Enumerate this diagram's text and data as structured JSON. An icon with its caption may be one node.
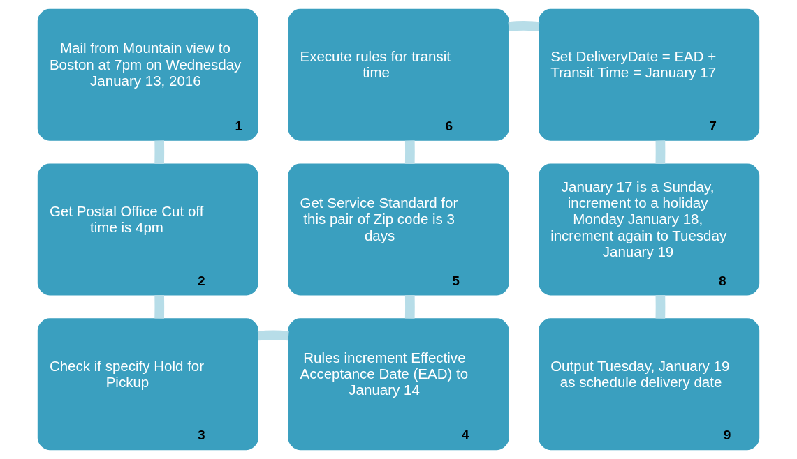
{
  "diagram": {
    "nodes": [
      {
        "text": [
          "Mail from Mountain view to Boston at 7pm on Wednesday January 13, 2016",
          "1"
        ]
      },
      {
        "text": [
          "Get Postal Office Cut off time is 4pm",
          "2"
        ]
      },
      {
        "text": [
          "Check if specify Hold for Pickup",
          "3"
        ]
      },
      {
        "text": [
          "Rules increment Effective Acceptance Date (EAD) to January 14",
          "4"
        ]
      },
      {
        "text": [
          "Get Service Standard for this pair of Zip code is 3 days",
          "5"
        ]
      },
      {
        "text": [
          "Execute rules for transit time",
          "6"
        ]
      },
      {
        "text": [
          "Set DeliveryDate = EAD + Transit Time = January 17",
          "7"
        ]
      },
      {
        "text": [
          "January 17 is a Sunday, increment to a holiday Monday January 18, increment again to Tuesday January 19",
          "8"
        ]
      },
      {
        "text": [
          "Output Tuesday, January 19 as schedule delivery date",
          "9"
        ]
      }
    ],
    "edges": [
      {
        "from": 0,
        "to": 1,
        "arrow": "none"
      },
      {
        "from": 1,
        "to": 2,
        "arrow": "none"
      },
      {
        "from": 2,
        "to": 3,
        "arrow": "none"
      },
      {
        "from": 3,
        "to": 4,
        "arrow": "none"
      },
      {
        "from": 4,
        "to": 5,
        "arrow": "none"
      },
      {
        "from": 5,
        "to": 6,
        "arrow": "none"
      },
      {
        "from": 6,
        "to": 7,
        "arrow": "none"
      },
      {
        "from": 7,
        "to": 8,
        "arrow": "none"
      }
    ]
  }
}
